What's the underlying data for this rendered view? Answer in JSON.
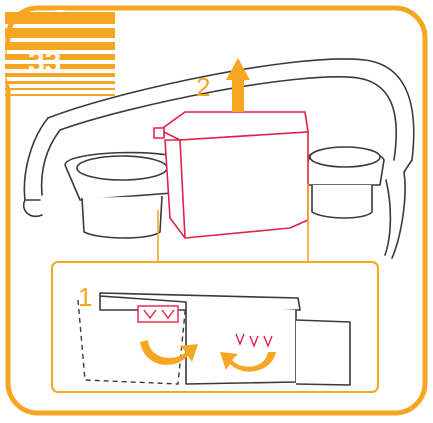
{
  "page": {
    "number": "33",
    "accent_color": "#F6A623",
    "highlight_color": "#E0224A",
    "line_color": "#3A3A3A"
  },
  "steps": [
    {
      "label": "1",
      "icon": "curved-arrow-icon"
    },
    {
      "label": "2",
      "icon": "up-arrow-icon"
    }
  ]
}
